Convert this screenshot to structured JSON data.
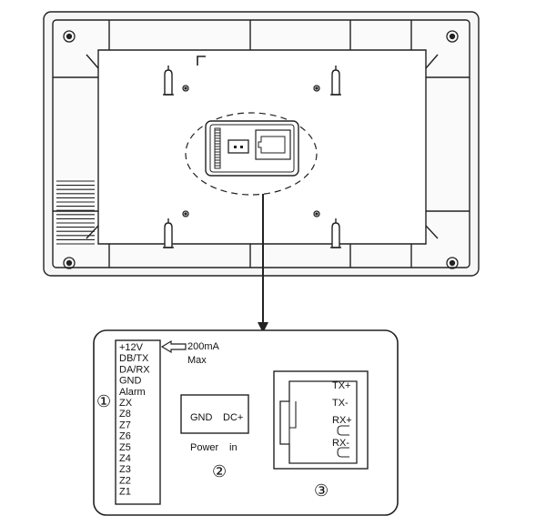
{
  "terminal_block": {
    "callout": "①",
    "pins": [
      "+12V",
      "DB/TX",
      "DA/RX",
      "GND",
      "Alarm",
      "ZX",
      "Z8",
      "Z7",
      "Z6",
      "Z5",
      "Z4",
      "Z3",
      "Z2",
      "Z1"
    ],
    "current_note": [
      "200mA",
      "Max"
    ]
  },
  "power_connector": {
    "callout": "②",
    "pin_labels": [
      "GND",
      "DC+"
    ],
    "caption_words": [
      "Power",
      "in"
    ]
  },
  "rj45_port": {
    "callout": "③",
    "pin_labels": [
      "TX+",
      "TX-",
      "RX+",
      "RX-"
    ]
  },
  "colors": {
    "line": "#222222",
    "fill_panel": "#ffffff",
    "fill_back": "#f2f2f2"
  },
  "icons": [
    "screw-hole-icon",
    "keyhole-slot-icon",
    "arrow-down-icon",
    "arrow-left-icon",
    "vent-grille-icon"
  ]
}
